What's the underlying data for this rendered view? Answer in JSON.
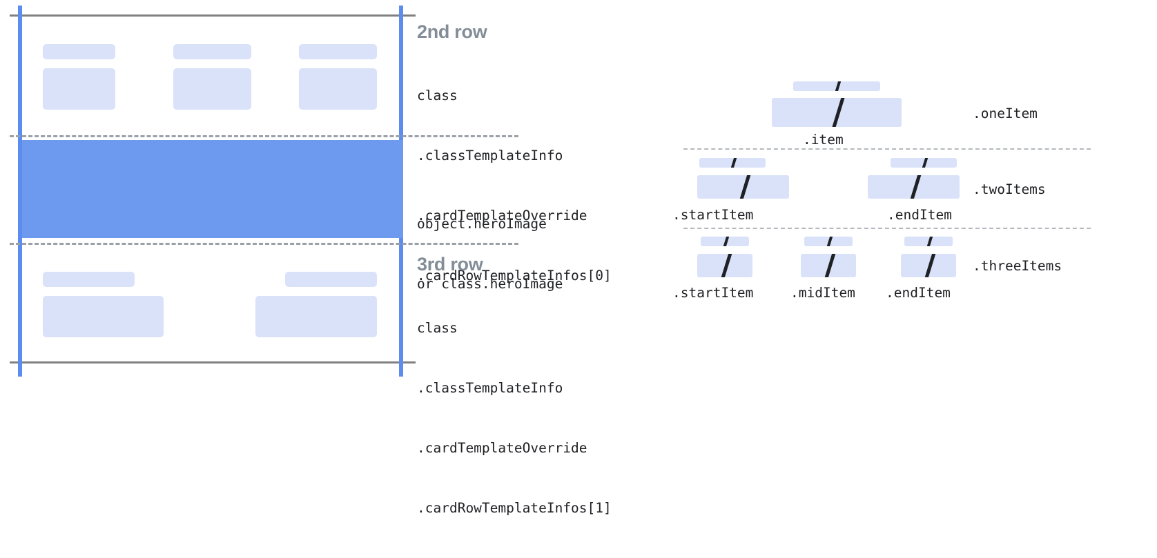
{
  "colors": {
    "accent_blue": "#5b8df0",
    "hero_blue": "#6d9aee",
    "placeholder_blue": "#d9e2f9",
    "heading_gray": "#838d97",
    "rule_gray": "#808080",
    "dash_gray": "#9aa0a6",
    "text_black": "#202124"
  },
  "card_diagram": {
    "rows": [
      {
        "heading": "2nd row",
        "code_lines": [
          "class",
          ".classTemplateInfo",
          ".cardTemplateOverride",
          ".cardRowTemplateInfos[0]"
        ]
      },
      {
        "heading": "",
        "code_lines": [
          "object.heroImage",
          "or class.heroImage"
        ]
      },
      {
        "heading": "3rd row",
        "code_lines": [
          "class",
          ".classTemplateInfo",
          ".cardTemplateOverride",
          ".cardRowTemplateInfos[1]"
        ]
      }
    ]
  },
  "item_diagram": {
    "groups": [
      {
        "label": ".oneItem",
        "items": [
          {
            "caption": ".item"
          }
        ]
      },
      {
        "label": ".twoItems",
        "items": [
          {
            "caption": ".startItem"
          },
          {
            "caption": ".endItem"
          }
        ]
      },
      {
        "label": ".threeItems",
        "items": [
          {
            "caption": ".startItem"
          },
          {
            "caption": ".midItem"
          },
          {
            "caption": ".endItem"
          }
        ]
      }
    ]
  }
}
